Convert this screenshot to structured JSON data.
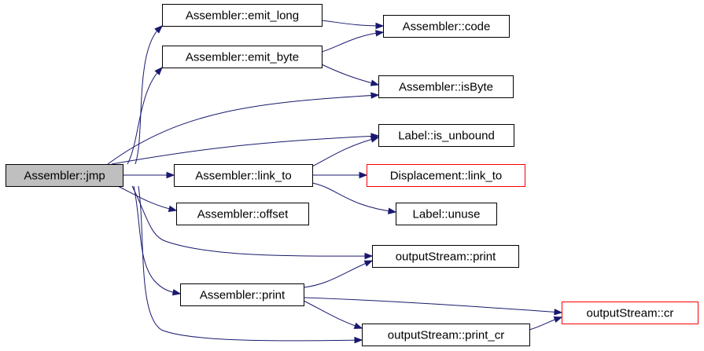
{
  "graph": {
    "colors": {
      "edge": "#191970",
      "root_fill": "#bfbfbf",
      "node_fill": "#ffffff",
      "node_border": "#000000",
      "truncated_border": "#ff0000"
    },
    "nodes": [
      {
        "id": "jmp",
        "label": "Assembler::jmp",
        "root": true
      },
      {
        "id": "emit_long",
        "label": "Assembler::emit_long"
      },
      {
        "id": "emit_byte",
        "label": "Assembler::emit_byte"
      },
      {
        "id": "code",
        "label": "Assembler::code"
      },
      {
        "id": "isByte",
        "label": "Assembler::isByte"
      },
      {
        "id": "is_unbound",
        "label": "Label::is_unbound"
      },
      {
        "id": "link_to",
        "label": "Assembler::link_to"
      },
      {
        "id": "disp_link_to",
        "label": "Displacement::link_to",
        "truncated": true
      },
      {
        "id": "unuse",
        "label": "Label::unuse"
      },
      {
        "id": "offset",
        "label": "Assembler::offset"
      },
      {
        "id": "os_print",
        "label": "outputStream::print"
      },
      {
        "id": "asm_print",
        "label": "Assembler::print"
      },
      {
        "id": "os_cr",
        "label": "outputStream::cr",
        "truncated": true
      },
      {
        "id": "os_print_cr",
        "label": "outputStream::print_cr"
      }
    ],
    "edges": [
      {
        "from": "jmp",
        "to": "emit_long"
      },
      {
        "from": "jmp",
        "to": "emit_byte"
      },
      {
        "from": "jmp",
        "to": "isByte"
      },
      {
        "from": "jmp",
        "to": "is_unbound"
      },
      {
        "from": "jmp",
        "to": "link_to"
      },
      {
        "from": "jmp",
        "to": "offset"
      },
      {
        "from": "jmp",
        "to": "os_print"
      },
      {
        "from": "jmp",
        "to": "asm_print"
      },
      {
        "from": "jmp",
        "to": "os_print_cr"
      },
      {
        "from": "emit_long",
        "to": "code"
      },
      {
        "from": "emit_byte",
        "to": "code"
      },
      {
        "from": "emit_byte",
        "to": "isByte"
      },
      {
        "from": "link_to",
        "to": "is_unbound"
      },
      {
        "from": "link_to",
        "to": "disp_link_to"
      },
      {
        "from": "link_to",
        "to": "unuse"
      },
      {
        "from": "asm_print",
        "to": "os_print"
      },
      {
        "from": "asm_print",
        "to": "os_cr"
      },
      {
        "from": "asm_print",
        "to": "os_print_cr"
      },
      {
        "from": "os_print_cr",
        "to": "os_cr"
      }
    ]
  }
}
